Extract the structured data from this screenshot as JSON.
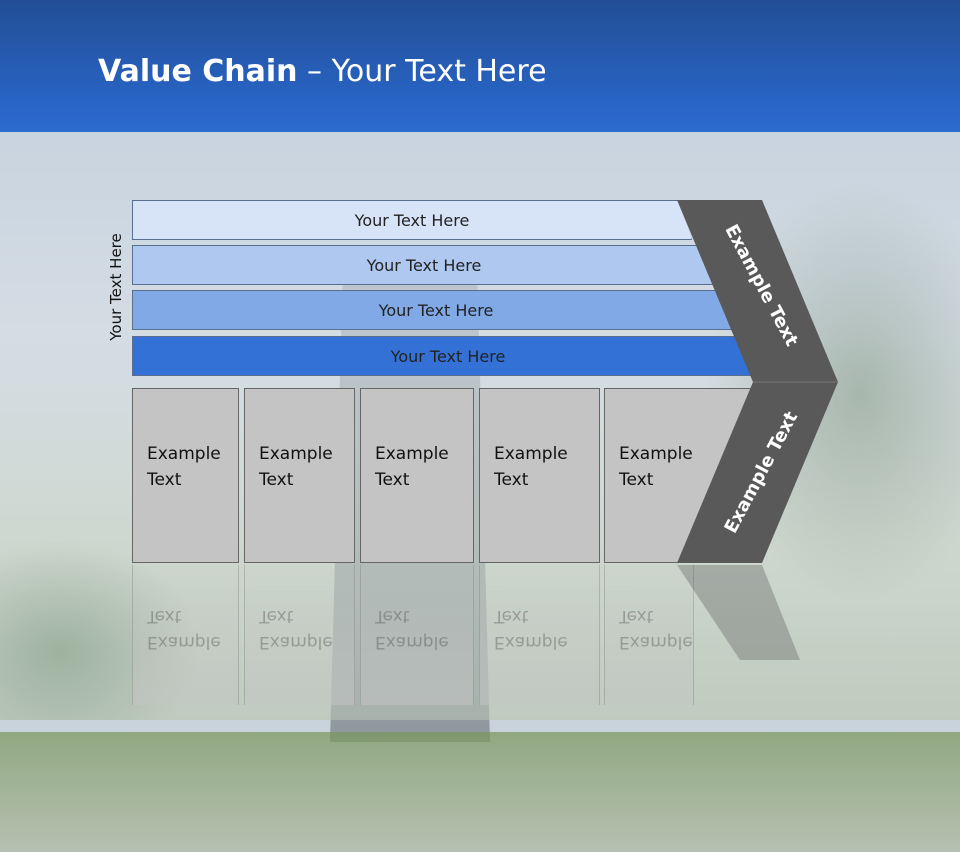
{
  "header": {
    "title_bold": "Value Chain",
    "title_rest": " – Your Text Here"
  },
  "y_axis_label": "Your Text Here",
  "bars": [
    {
      "label": "Your Text Here",
      "color": "#d7e4f8"
    },
    {
      "label": "Your Text Here",
      "color": "#aec8f0"
    },
    {
      "label": "Your Text Here",
      "color": "#80a9e6"
    },
    {
      "label": "Your Text Here",
      "color": "#3471d6"
    }
  ],
  "boxes": [
    {
      "line1": "Example",
      "line2": "Text"
    },
    {
      "line1": "Example",
      "line2": "Text"
    },
    {
      "line1": "Example",
      "line2": "Text"
    },
    {
      "line1": "Example",
      "line2": "Text"
    },
    {
      "line1": "Example",
      "line2": "Text"
    }
  ],
  "chevron": {
    "upper_text": "Example Text",
    "lower_text": "Example Text",
    "color": "#595959"
  }
}
